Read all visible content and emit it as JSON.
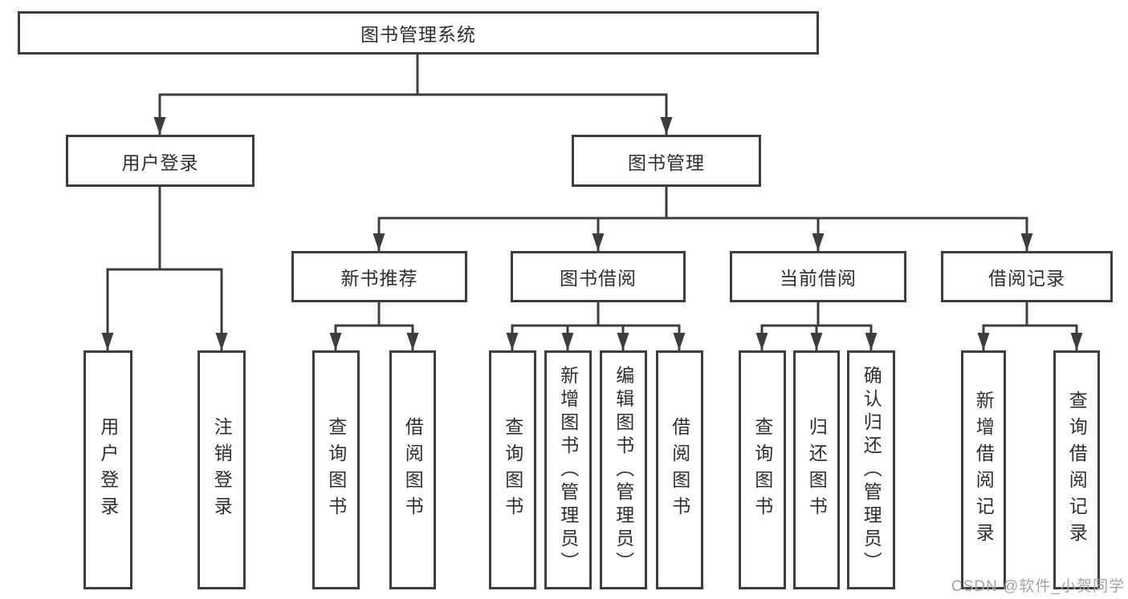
{
  "diagram": {
    "nodes": {
      "root": "图书管理系统",
      "user_login": "用户登录",
      "book_management": "图书管理",
      "new_book_recommend": "新书推荐",
      "book_borrowing": "图书借阅",
      "current_borrowing": "当前借阅",
      "borrowing_records": "借阅记录",
      "leaf_user_login": "用户登录",
      "leaf_logout_login": "注销登录",
      "leaf_newbook_query": "查询图书",
      "leaf_newbook_borrow": "借阅图书",
      "leaf_borrow_query": "查询图书",
      "leaf_borrow_add": "新增图书（管理员）",
      "leaf_borrow_edit": "编辑图书（管理员）",
      "leaf_borrow_borrow": "借阅图书",
      "leaf_current_query": "查询图书",
      "leaf_current_return": "归还图书",
      "leaf_current_confirm": "确认归还（管理员）",
      "leaf_record_add": "新增借阅记录",
      "leaf_record_query": "查询借阅记录"
    }
  },
  "watermark": "CSDN @软件_小贺同学",
  "colors": {
    "line": "#3d3d3d",
    "text": "#2e2e2e",
    "background": "#ffffff",
    "watermark": "#a4a4a4"
  }
}
